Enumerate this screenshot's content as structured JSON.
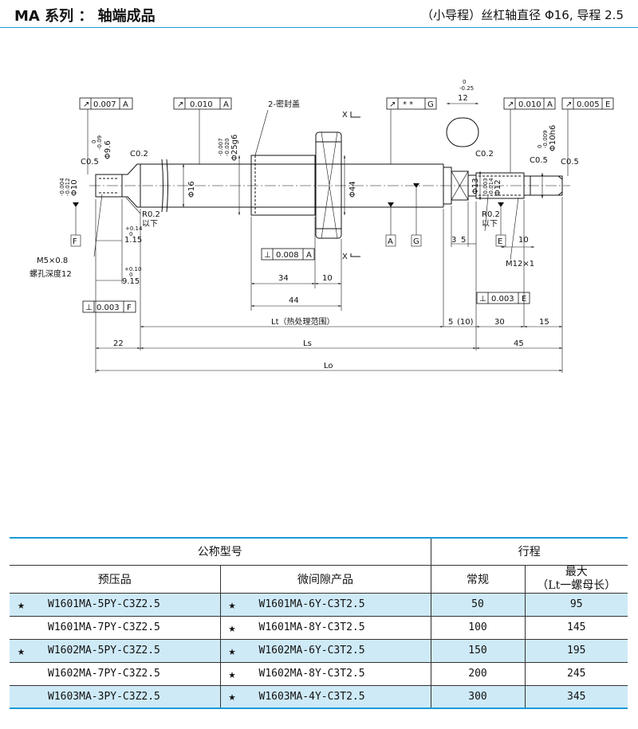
{
  "header": {
    "title": "MA 系列 ： 轴端成品",
    "subtitle": "（小导程）丝杠轴直径 Φ16, 导程 2.5"
  },
  "drawing": {
    "tolerances": {
      "t1": "0.007",
      "t1_ref": "A",
      "t2": "0.010",
      "t2_ref": "A",
      "t3": "* *",
      "t3_ref": "G",
      "t4": "0.010",
      "t4_ref": "A",
      "t5": "0.005",
      "t5_ref": "E",
      "t6": "0.008",
      "t6_ref": "A",
      "t7": "0.003",
      "t7_ref": "F",
      "t8": "0.003",
      "t8_ref": "E"
    },
    "labels": {
      "seal": "2-密封盖",
      "phi10": "Φ10",
      "phi10_tol_top": "-0.004",
      "phi10_tol_bot": "-0.012",
      "phi96": "Φ9.6",
      "phi96_tol_top": "0",
      "phi96_tol_bot": "-0.09",
      "phi16": "Φ16",
      "phi25": "Φ25g6",
      "phi25_tol_top": "-0.007",
      "phi25_tol_bot": "-0.020",
      "phi44": "Φ44",
      "phi13": "Φ13",
      "phi12": "Φ12",
      "phi12_tol_top": "-0.003",
      "phi12_tol_bot": "-0.014",
      "phi10h6": "Φ10h6",
      "phi10h6_tol_top": "0",
      "phi10h6_tol_bot": "-0.009",
      "c05a": "C0.5",
      "c02a": "C0.2",
      "c02b": "C0.2",
      "c05b": "C0.5",
      "c05c": "C0.5",
      "r02a": "R0.2",
      "r02a_sub": "以下",
      "r02b": "R0.2",
      "r02b_sub": "以下",
      "m5": "M5×0.8",
      "m5_sub": "螺孔深度12",
      "m12": "M12×1",
      "d115": "1.15",
      "d115_tol_top": "+0.14",
      "d115_tol_bot": "0",
      "d915": "9.15",
      "d915_tol_top": "+0.10",
      "d915_tol_bot": "0",
      "d12": "12",
      "d12_tol_top": "0",
      "d12_tol_bot": "-0.25",
      "d34": "34",
      "d10a": "10",
      "d44": "44",
      "d3": "3",
      "d5a": "5",
      "d10b": "10",
      "d5b": "5",
      "d10c": "(10)",
      "d30": "30",
      "d15": "15",
      "d22": "22",
      "d45": "45",
      "lt": "Lt（热处理范围）",
      "ls": "Ls",
      "lo": "Lo",
      "datum_f": "F",
      "datum_a": "A",
      "datum_g": "G",
      "datum_e": "E",
      "x_top": "X",
      "x_bot": "X"
    }
  },
  "table": {
    "h_model": "公称型号",
    "h_stroke": "行程",
    "h_preload": "预压品",
    "h_microgap": "微间隙产品",
    "h_regular": "常规",
    "h_max_1": "最大",
    "h_max_2": "（Lt一螺母长）",
    "rows": [
      {
        "star1": "★",
        "preload": "W1601MA-5PY-C3Z2.5",
        "star2": "★",
        "microgap": "W1601MA-6Y-C3T2.5",
        "regular": "50",
        "max": "95"
      },
      {
        "star1": "",
        "preload": "W1601MA-7PY-C3Z2.5",
        "star2": "★",
        "microgap": "W1601MA-8Y-C3T2.5",
        "regular": "100",
        "max": "145"
      },
      {
        "star1": "★",
        "preload": "W1602MA-5PY-C3Z2.5",
        "star2": "★",
        "microgap": "W1602MA-6Y-C3T2.5",
        "regular": "150",
        "max": "195"
      },
      {
        "star1": "",
        "preload": "W1602MA-7PY-C3Z2.5",
        "star2": "★",
        "microgap": "W1602MA-8Y-C3T2.5",
        "regular": "200",
        "max": "245"
      },
      {
        "star1": "",
        "preload": "W1603MA-3PY-C3Z2.5",
        "star2": "★",
        "microgap": "W1603MA-4Y-C3T2.5",
        "regular": "300",
        "max": "345"
      }
    ],
    "colors": {
      "accent": "#1a9ad6",
      "row_shade": "#cfeaf7"
    }
  }
}
